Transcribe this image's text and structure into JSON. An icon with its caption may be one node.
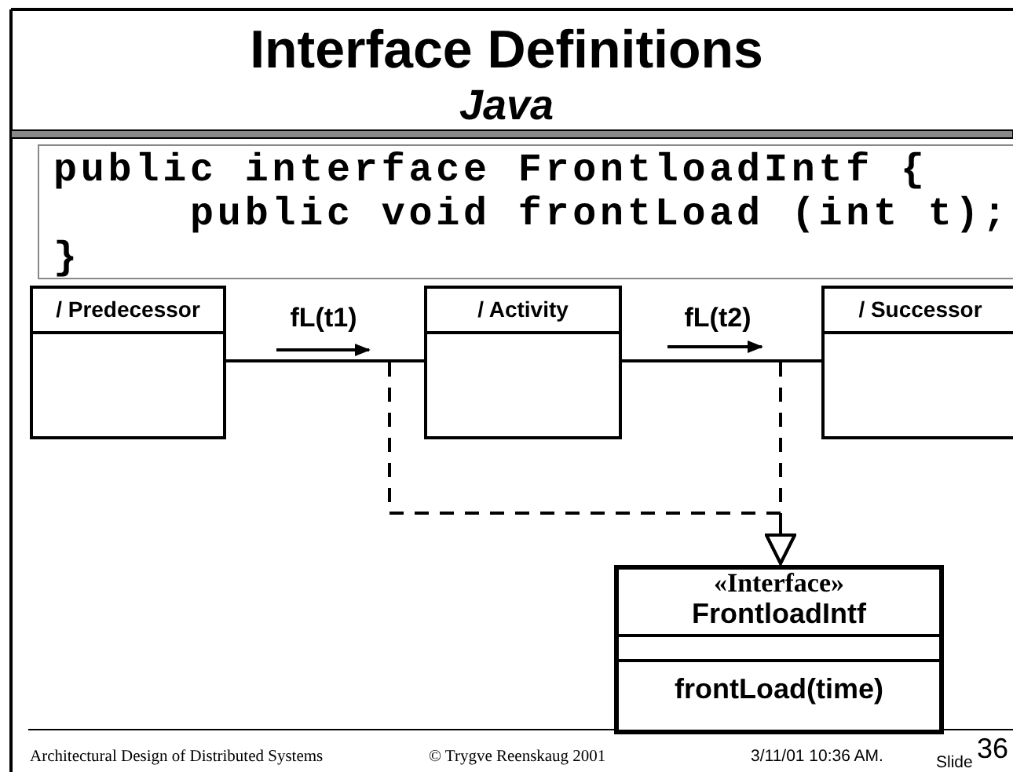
{
  "diagram": {
    "title": "Interface Definitions",
    "nodes": [
      {
        "text": [
          "public interface FrontloadIntf {",
          "     public void frontLoad (int t);",
          "}"
        ]
      },
      {
        "text": [
          "/ Predecessor"
        ]
      },
      {
        "text": [
          "/ Activity"
        ]
      },
      {
        "text": [
          "/ Successor"
        ]
      },
      {
        "text": [
          "«Interface»",
          "FrontloadIntf",
          "frontLoad(time)"
        ]
      }
    ],
    "edges": [
      {
        "from": 1,
        "to": 2,
        "arrow": "none",
        "label": "fL(t1)"
      },
      {
        "from": 2,
        "to": 3,
        "arrow": "none",
        "label": "fL(t2)"
      },
      {
        "from": null,
        "to": 4,
        "arrow": "to",
        "style": "dashed"
      },
      {
        "from": null,
        "to": 4,
        "arrow": "to",
        "style": "dashed"
      }
    ],
    "labels": [
      "Java",
      "Architectural Design of Distributed Systems",
      "© Trygve Reenskaug 2001",
      "3/11/01 10:36 AM.",
      "Slide",
      "36"
    ]
  }
}
